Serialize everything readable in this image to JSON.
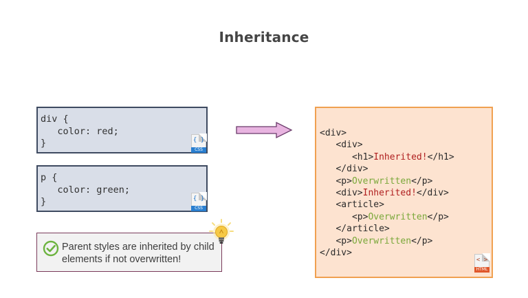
{
  "slide": {
    "title": "Inheritance"
  },
  "css_blocks": [
    {
      "lines": [
        "div {",
        "   color: red;",
        "}"
      ],
      "icon_tag": "CSS",
      "icon_glyph": "{ }"
    },
    {
      "lines": [
        "p {",
        "   color: green;",
        "}"
      ],
      "icon_tag": "CSS",
      "icon_glyph": "{ }"
    }
  ],
  "html_block": {
    "icon_tag": "HTML",
    "icon_glyph": "< >",
    "lines": [
      {
        "pre": "<div>",
        "mid": "",
        "post": "",
        "style": ""
      },
      {
        "pre": "   <div>",
        "mid": "",
        "post": "",
        "style": ""
      },
      {
        "pre": "      <h1>",
        "mid": "Inherited!",
        "post": "</h1>",
        "style": "red"
      },
      {
        "pre": "   </div>",
        "mid": "",
        "post": "",
        "style": ""
      },
      {
        "pre": "   <p>",
        "mid": "Overwritten",
        "post": "</p>",
        "style": "green"
      },
      {
        "pre": "   <div>",
        "mid": "Inherited!",
        "post": "</div>",
        "style": "red"
      },
      {
        "pre": "   <article>",
        "mid": "",
        "post": "",
        "style": ""
      },
      {
        "pre": "      <p>",
        "mid": "Overwritten",
        "post": "</p>",
        "style": "green"
      },
      {
        "pre": "   </article>",
        "mid": "",
        "post": "",
        "style": ""
      },
      {
        "pre": "   <p>",
        "mid": "Overwritten",
        "post": "</p>",
        "style": "green"
      },
      {
        "pre": "</div>",
        "mid": "",
        "post": "",
        "style": ""
      }
    ]
  },
  "tip": {
    "text": "Parent styles are inherited by child elements if not overwritten!",
    "icons": [
      "check-circle-icon",
      "lightbulb-icon"
    ]
  },
  "colors": {
    "css_box_bg": "#d9dee8",
    "css_box_border": "#3e4a60",
    "html_box_bg": "#fde3d0",
    "html_box_border": "#f0a050",
    "arrow_fill": "#e8b4e0",
    "arrow_stroke": "#6a3a6a",
    "inherited": "#b02020",
    "overwritten": "#7aa83a",
    "check": "#6cb33f"
  }
}
